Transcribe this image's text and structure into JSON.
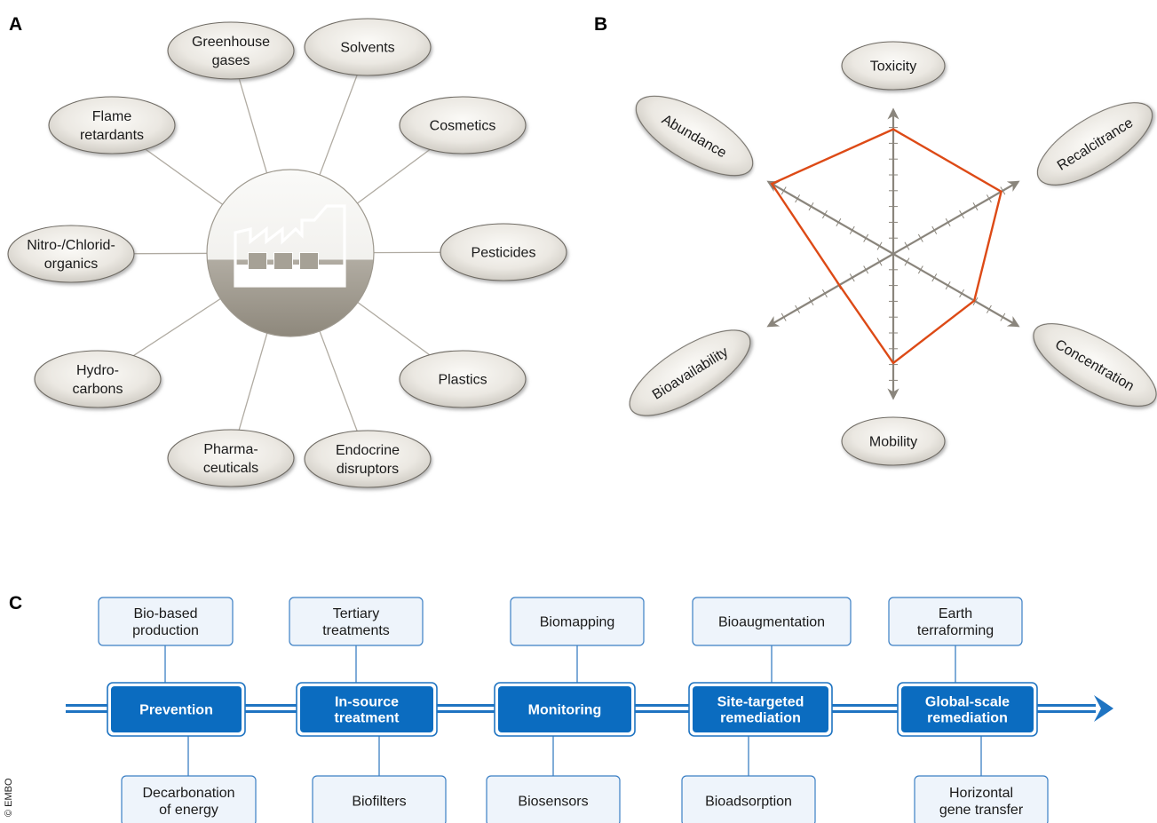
{
  "panel_a": {
    "letter": "A",
    "center": "factory-icon",
    "categories": [
      [
        "Greenhouse",
        "gases"
      ],
      [
        "Solvents"
      ],
      [
        "Cosmetics"
      ],
      [
        "Pesticides"
      ],
      [
        "Plastics"
      ],
      [
        "Endocrine",
        "disruptors"
      ],
      [
        "Pharma-",
        "ceuticals"
      ],
      [
        "Hydro-",
        "carbons"
      ],
      [
        "Nitro-/Chlorid-",
        "organics"
      ],
      [
        "Flame",
        "retardants"
      ]
    ]
  },
  "panel_b": {
    "letter": "B",
    "axes": [
      "Toxicity",
      "Recalcitrance",
      "Concentration",
      "Mobility",
      "Bioavailability",
      "Abundance"
    ],
    "profile_scores": [
      8,
      8,
      6,
      7,
      4,
      9
    ],
    "scale_max": 9,
    "profile_color": "#dd4a16",
    "axis_color": "#8a857c"
  },
  "panel_c": {
    "letter": "C",
    "stages": [
      {
        "label": [
          "Prevention"
        ],
        "top": [
          "Bio-based",
          "production"
        ],
        "bottom": [
          "Decarbonation",
          "of energy"
        ]
      },
      {
        "label": [
          "In-source",
          "treatment"
        ],
        "top": [
          "Tertiary",
          "treatments"
        ],
        "bottom": [
          "Biofilters"
        ]
      },
      {
        "label": [
          "Monitoring"
        ],
        "top": [
          "Biomapping"
        ],
        "bottom": [
          "Biosensors"
        ]
      },
      {
        "label": [
          "Site-targeted",
          "remediation"
        ],
        "top": [
          "Bioaugmentation"
        ],
        "bottom": [
          "Bioadsorption"
        ]
      },
      {
        "label": [
          "Global-scale",
          "remediation"
        ],
        "top": [
          "Earth",
          "terraforming"
        ],
        "bottom": [
          "Horizontal",
          "gene transfer"
        ]
      }
    ],
    "accent_color": "#0b6cc0"
  },
  "copyright": "© EMBO"
}
